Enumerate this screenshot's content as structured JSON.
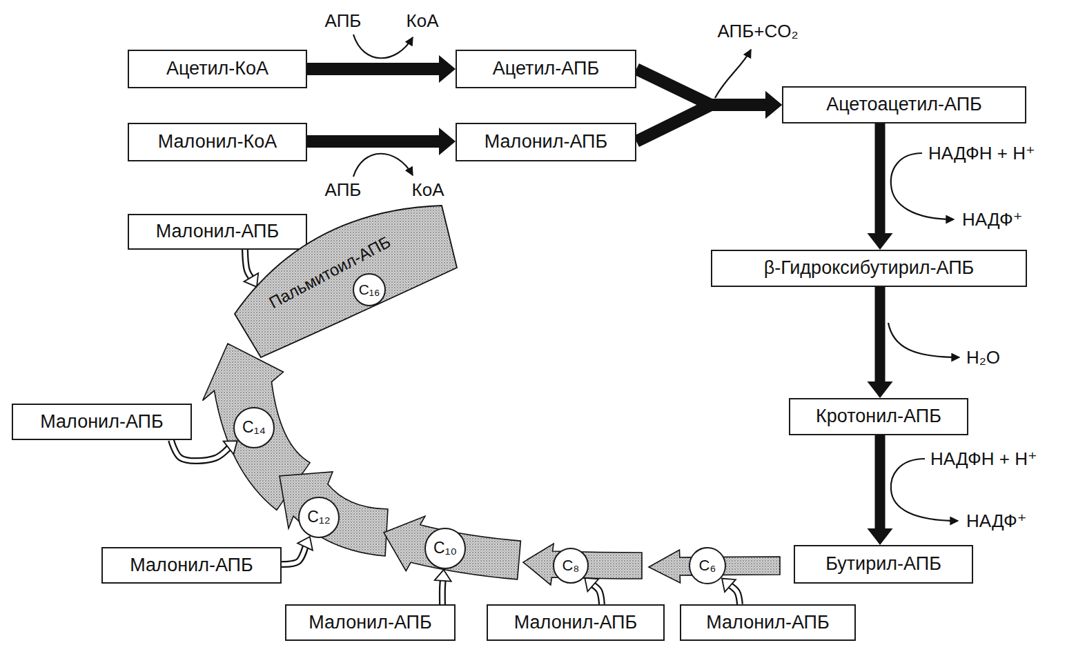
{
  "diagram": {
    "nodes": [
      {
        "text": [
          "Ацетил-КоА"
        ]
      },
      {
        "text": [
          "Ацетил-АПБ"
        ]
      },
      {
        "text": [
          "Малонил-КоА"
        ]
      },
      {
        "text": [
          "Малонил-АПБ"
        ]
      },
      {
        "text": [
          "Ацетоацетил-АПБ"
        ]
      },
      {
        "text": [
          "β-Гидроксибутирил-АПБ"
        ]
      },
      {
        "text": [
          "Кротонил-АПБ"
        ]
      },
      {
        "text": [
          "Бутирил-АПБ"
        ]
      },
      {
        "text": [
          "Малонил-АПБ"
        ]
      },
      {
        "text": [
          "C₆"
        ]
      },
      {
        "text": [
          "Малонил-АПБ"
        ]
      },
      {
        "text": [
          "C₈"
        ]
      },
      {
        "text": [
          "Малонил-АПБ"
        ]
      },
      {
        "text": [
          "C₁₀"
        ]
      },
      {
        "text": [
          "Малонил-АПБ"
        ]
      },
      {
        "text": [
          "C₁₂"
        ]
      },
      {
        "text": [
          "Малонил-АПБ"
        ]
      },
      {
        "text": [
          "C₁₄"
        ]
      },
      {
        "text": [
          "Малонил-АПБ"
        ]
      },
      {
        "text": [
          "Пальмитоил-АПБ"
        ]
      },
      {
        "text": [
          "C₁₆"
        ],
        "in": 19
      }
    ],
    "edges": [
      {
        "from": 0,
        "to": 1,
        "arrow": "to"
      },
      {
        "from": 2,
        "to": 3,
        "arrow": "to"
      },
      {
        "from": 1,
        "to": 4,
        "arrow": "to"
      },
      {
        "from": 3,
        "to": 4,
        "arrow": "to"
      },
      {
        "from": 4,
        "to": 5,
        "arrow": "to"
      },
      {
        "from": 5,
        "to": 6,
        "arrow": "to"
      },
      {
        "from": 6,
        "to": 7,
        "arrow": "to"
      },
      {
        "from": 8,
        "to": 9,
        "arrow": "to"
      },
      {
        "from": 10,
        "to": 11,
        "arrow": "to"
      },
      {
        "from": 12,
        "to": 13,
        "arrow": "to"
      },
      {
        "from": 14,
        "to": 15,
        "arrow": "to"
      },
      {
        "from": 16,
        "to": 17,
        "arrow": "to"
      },
      {
        "from": 18,
        "to": 19,
        "arrow": "to"
      }
    ],
    "labels": [
      "АПБ",
      "КоА",
      "АПБ+CO₂",
      "АПБ",
      "КоА",
      "НАДФН + H⁺",
      "НАДФ⁺",
      "H₂O",
      "НАДФН + H⁺",
      "НАДФ⁺"
    ]
  }
}
